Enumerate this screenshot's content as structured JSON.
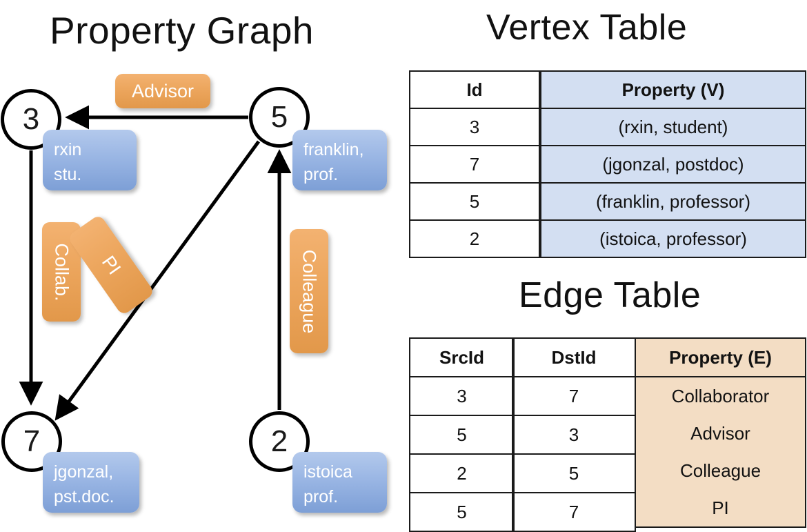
{
  "titles": {
    "property_graph": "Property Graph",
    "vertex_table": "Vertex Table",
    "edge_table": "Edge Table"
  },
  "graph": {
    "nodes": [
      {
        "id": "3",
        "property": "rxin\nstu."
      },
      {
        "id": "5",
        "property": "franklin,\nprof."
      },
      {
        "id": "7",
        "property": "jgonzal,\npst.doc."
      },
      {
        "id": "2",
        "property": "istoica\nprof."
      }
    ],
    "node_labels": {
      "n3": "3",
      "n5": "5",
      "n7": "7",
      "n2": "2"
    },
    "vertex_props": {
      "rxin_line1": "rxin",
      "rxin_line2": "stu.",
      "franklin_line1": "franklin,",
      "franklin_line2": "prof.",
      "jgonzal_line1": "jgonzal,",
      "jgonzal_line2": "pst.doc.",
      "istoica_line1": "istoica",
      "istoica_line2": "prof."
    },
    "edge_labels": {
      "advisor": "Advisor",
      "collab": "Collab.",
      "pi": "PI",
      "colleague": "Colleague"
    },
    "edges": [
      {
        "from": "5",
        "to": "3",
        "label": "Advisor"
      },
      {
        "from": "3",
        "to": "7",
        "label": "Collab."
      },
      {
        "from": "5",
        "to": "7",
        "label": "PI"
      },
      {
        "from": "2",
        "to": "5",
        "label": "Colleague"
      }
    ]
  },
  "vertex_table": {
    "headers": {
      "id": "Id",
      "property": "Property (V)"
    },
    "rows": [
      {
        "id": "3",
        "property": "(rxin, student)"
      },
      {
        "id": "7",
        "property": "(jgonzal, postdoc)"
      },
      {
        "id": "5",
        "property": "(franklin, professor)"
      },
      {
        "id": "2",
        "property": "(istoica, professor)"
      }
    ]
  },
  "edge_table": {
    "headers": {
      "src": "SrcId",
      "dst": "DstId",
      "property": "Property (E)"
    },
    "rows": [
      {
        "src": "3",
        "dst": "7",
        "property": "Collaborator"
      },
      {
        "src": "5",
        "dst": "3",
        "property": "Advisor"
      },
      {
        "src": "2",
        "dst": "5",
        "property": "Colleague"
      },
      {
        "src": "5",
        "dst": "7",
        "property": "PI"
      }
    ]
  },
  "colors": {
    "vertex_cell": "#d3dff2",
    "edge_cell": "#f3ddc4",
    "node_bubble_blue": "#9ab6e4",
    "edge_label_orange": "#eda75f",
    "stroke": "#1a1a1a"
  }
}
